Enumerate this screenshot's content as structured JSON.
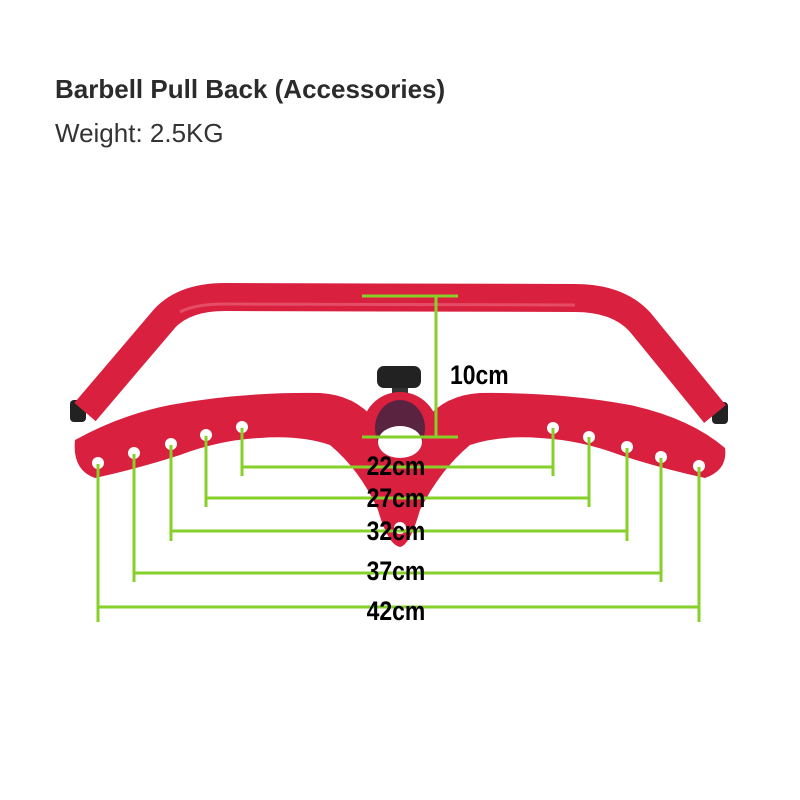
{
  "product": {
    "title": "Barbell Pull Back (Accessories)",
    "weight": "Weight: 2.5KG"
  },
  "dimensions": {
    "height": "10cm",
    "widths": [
      "22cm",
      "27cm",
      "32cm",
      "37cm",
      "42cm"
    ]
  },
  "colors": {
    "body": "#d9203f",
    "dimension_line": "#86d02a",
    "knob": "#222222"
  }
}
